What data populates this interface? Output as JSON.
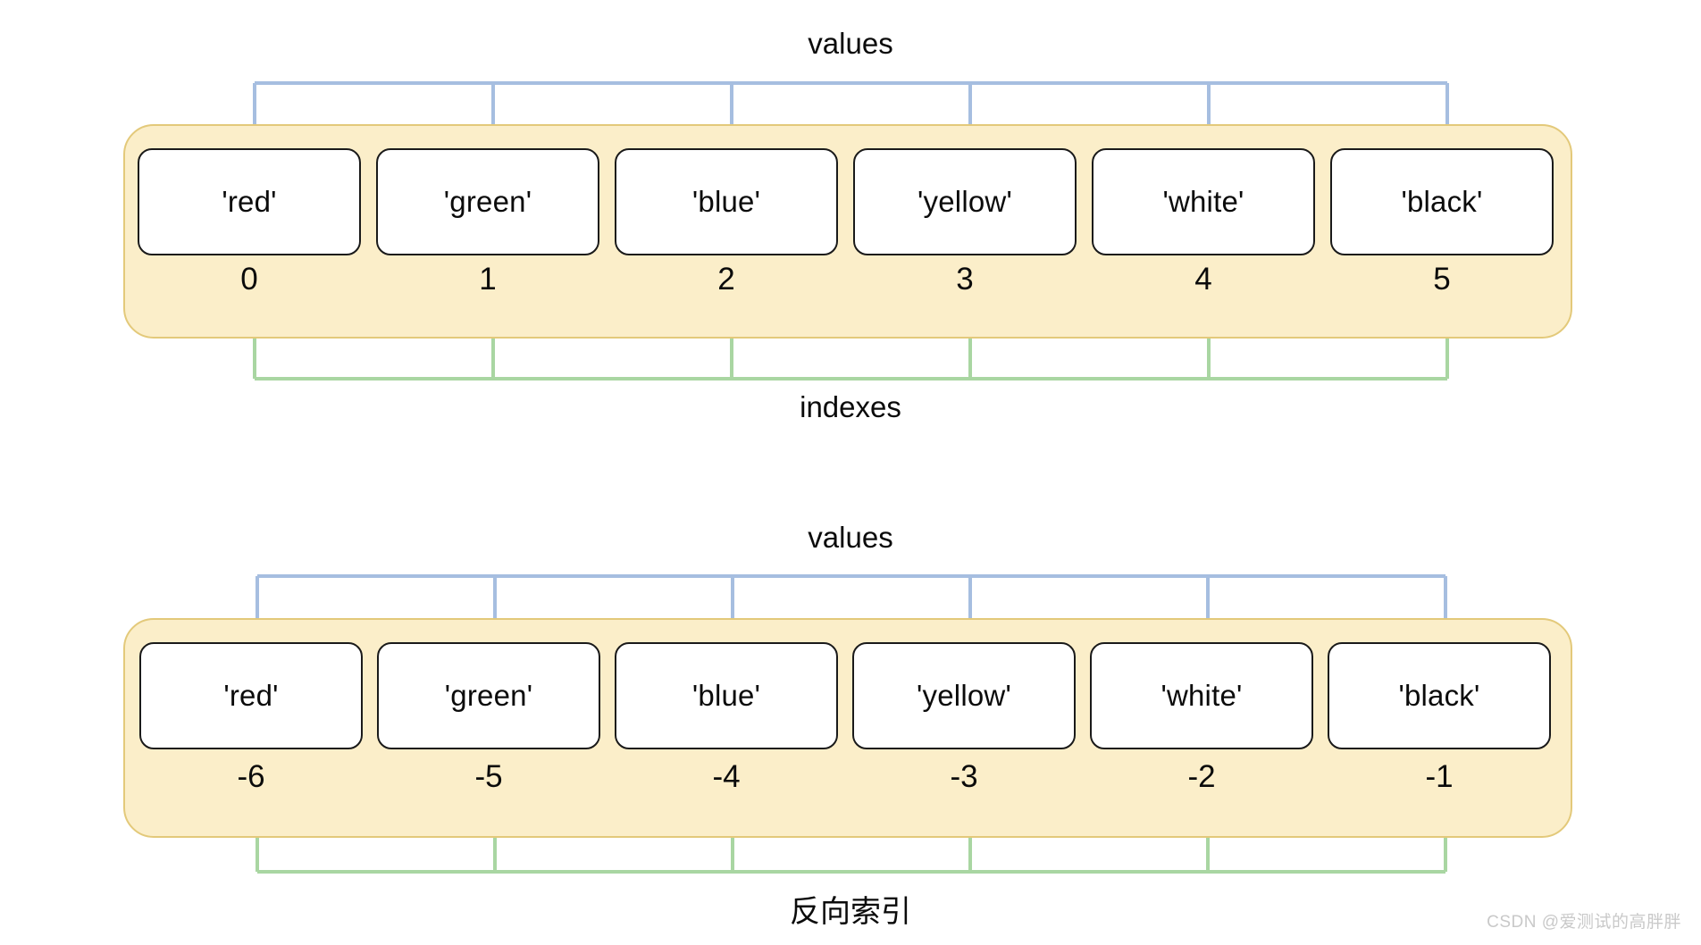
{
  "diagram": {
    "title": "Python list indexing diagram",
    "colors": {
      "panel_fill": "#fbeec9",
      "panel_border": "#e3c97a",
      "cell_fill": "#ffffff",
      "cell_border": "#1a1a1a",
      "values_arrow": "#a6bee0",
      "indexes_arrow": "#a9d6a2",
      "text": "#0b0b0b",
      "watermark": "#c9c9c9"
    },
    "panels": [
      {
        "id": "positive-index-panel",
        "top_caption": "values",
        "bottom_caption": "indexes",
        "values": [
          "'red'",
          "'green'",
          "'blue'",
          "'yellow'",
          "'white'",
          "'black'"
        ],
        "indexes": [
          "0",
          "1",
          "2",
          "3",
          "4",
          "5"
        ]
      },
      {
        "id": "negative-index-panel",
        "top_caption": "values",
        "bottom_caption": "反向索引",
        "values": [
          "'red'",
          "'green'",
          "'blue'",
          "'yellow'",
          "'white'",
          "'black'"
        ],
        "indexes": [
          "-6",
          "-5",
          "-4",
          "-3",
          "-2",
          "-1"
        ]
      }
    ],
    "watermark": "CSDN @爱测试的高胖胖"
  }
}
